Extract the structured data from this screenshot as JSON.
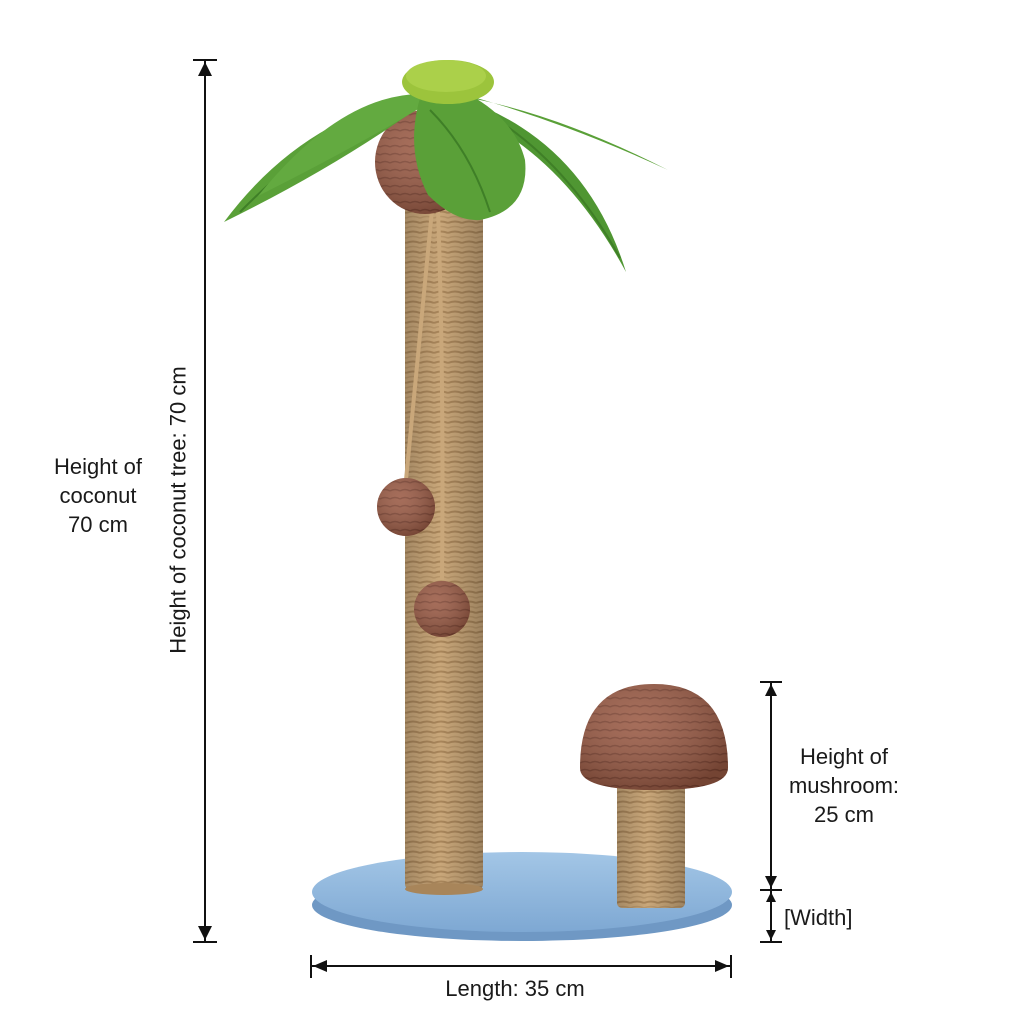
{
  "image": {
    "subject": "coconut-tree-cat-scratching-post",
    "colors": {
      "background": "#ffffff",
      "leaf": "#5aa038",
      "leaf_dark": "#3f7f27",
      "top_pompom": "#9cc43c",
      "sisal": "#c9a77a",
      "sisal_dark": "#a8855a",
      "coconut_rope": "#9a5a44",
      "base": "#8fb6dc",
      "base_edge": "#6f98c4",
      "dimension_line": "#111111"
    }
  },
  "annotations": {
    "coconut_height_left": [
      "Height of",
      "coconut",
      "70 cm"
    ],
    "coconut_height_rotated": "Height of coconut tree: 70 cm",
    "mushroom_height": [
      "Height of",
      "mushroom:",
      "25 cm"
    ],
    "width": "[Width]",
    "length": "Length: 35 cm"
  }
}
